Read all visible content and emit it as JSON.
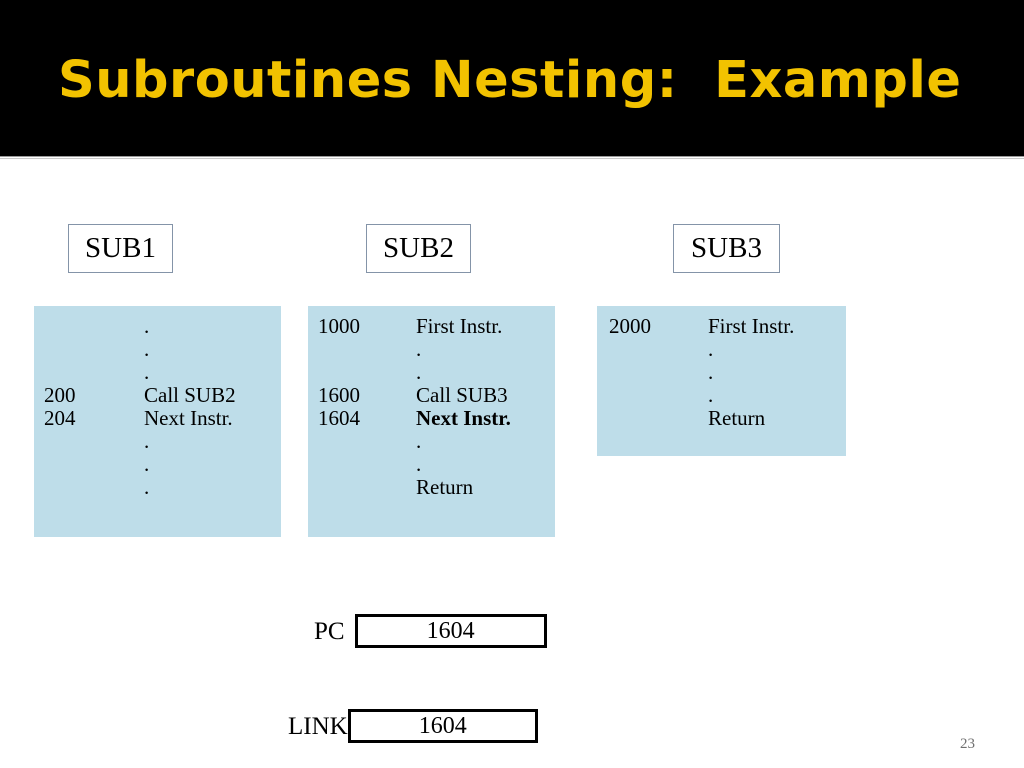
{
  "slide": {
    "title": "Subroutines Nesting:  Example",
    "number": "23",
    "title_color": "#f2c200",
    "banner_color": "#000000",
    "block_fill_color": "#bedde9"
  },
  "columns": [
    {
      "label": "SUB1",
      "rows": [
        {
          "addr": "",
          "instr": ".",
          "bold": false
        },
        {
          "addr": "",
          "instr": ".",
          "bold": false
        },
        {
          "addr": "",
          "instr": ".",
          "bold": false
        },
        {
          "addr": "200",
          "instr": "Call SUB2",
          "bold": false
        },
        {
          "addr": "204",
          "instr": "Next Instr.",
          "bold": false
        },
        {
          "addr": "",
          "instr": ".",
          "bold": false
        },
        {
          "addr": "",
          "instr": ".",
          "bold": false
        },
        {
          "addr": "",
          "instr": ".",
          "bold": false
        }
      ]
    },
    {
      "label": "SUB2",
      "rows": [
        {
          "addr": "1000",
          "instr": "First Instr.",
          "bold": false
        },
        {
          "addr": "",
          "instr": ".",
          "bold": false
        },
        {
          "addr": "",
          "instr": ".",
          "bold": false
        },
        {
          "addr": "1600",
          "instr": "Call SUB3",
          "bold": false
        },
        {
          "addr": "1604",
          "instr": "Next Instr.",
          "bold": true
        },
        {
          "addr": "",
          "instr": ".",
          "bold": false
        },
        {
          "addr": "",
          "instr": ".",
          "bold": false
        },
        {
          "addr": "",
          "instr": "Return",
          "bold": false
        }
      ]
    },
    {
      "label": "SUB3",
      "rows": [
        {
          "addr": "2000",
          "instr": "First Instr.",
          "bold": false
        },
        {
          "addr": "",
          "instr": ".",
          "bold": false
        },
        {
          "addr": "",
          "instr": ".",
          "bold": false
        },
        {
          "addr": "",
          "instr": ".",
          "bold": false
        },
        {
          "addr": "",
          "instr": "Return",
          "bold": false
        }
      ]
    }
  ],
  "registers": {
    "pc": {
      "label": "PC",
      "value": "1604"
    },
    "link": {
      "label": "LINK",
      "value": "1604"
    }
  }
}
